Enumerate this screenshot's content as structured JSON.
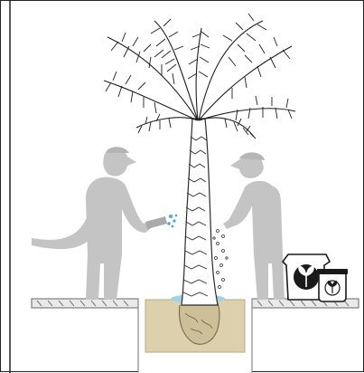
{
  "colors": {
    "frame": "#222222",
    "figure": "#c4c4c4",
    "figure_dark": "#b5b5b5",
    "trunk": "#ffffff",
    "trunk_ink": "#2a2a2a",
    "frond_ink": "#1e1e1e",
    "soil": "#ddd1ad",
    "water": "#9fd2ec",
    "water_drops": "#4aa7dc",
    "ground": "#e9e9e9",
    "ground_hatch": "#7a7a7a",
    "bag": "#ffffff",
    "bag_ink": "#1a1a1a"
  },
  "scene": {
    "subject": "palm-tree-planting",
    "figures": [
      "gardener-left-watering-hose",
      "gardener-right-adding-fertilizer"
    ],
    "icons": [
      "plant-sprout-icon",
      "plant-sprout-icon"
    ]
  }
}
